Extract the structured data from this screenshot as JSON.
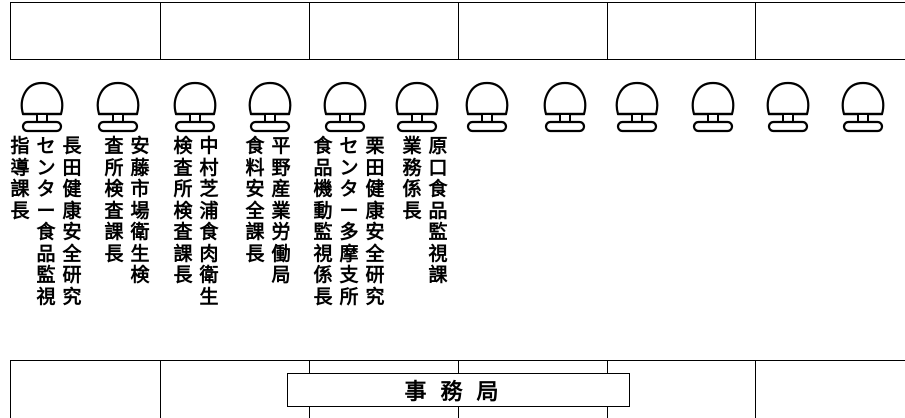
{
  "seats_count": 12,
  "name_columns": [
    {
      "id": "col-01",
      "chars": [
        "指",
        "導",
        "課",
        "長"
      ]
    },
    {
      "id": "col-02",
      "chars": [
        "セ",
        "ン",
        "タ",
        "ー",
        "食",
        "品",
        "監",
        "視"
      ]
    },
    {
      "id": "col-03",
      "chars": [
        "長",
        "田",
        "健",
        "康",
        "安",
        "全",
        "研",
        "究"
      ]
    },
    {
      "id": "col-04",
      "chars": [
        "査",
        "所",
        "検",
        "査",
        "課",
        "長"
      ]
    },
    {
      "id": "col-05",
      "chars": [
        "安",
        "藤",
        "市",
        "場",
        "衛",
        "生",
        "検"
      ]
    },
    {
      "id": "col-06",
      "chars": [
        "検",
        "査",
        "所",
        "検",
        "査",
        "課",
        "長"
      ]
    },
    {
      "id": "col-07",
      "chars": [
        "中",
        "村",
        "芝",
        "浦",
        "食",
        "肉",
        "衛",
        "生"
      ]
    },
    {
      "id": "col-08",
      "chars": [
        "食",
        "料",
        "安",
        "全",
        "課",
        "長"
      ]
    },
    {
      "id": "col-09",
      "chars": [
        "平",
        "野",
        "産",
        "業",
        "労",
        "働",
        "局"
      ]
    },
    {
      "id": "col-10",
      "chars": [
        "食",
        "品",
        "機",
        "動",
        "監",
        "視",
        "係",
        "長"
      ]
    },
    {
      "id": "col-11",
      "chars": [
        "セ",
        "ン",
        "タ",
        "ー",
        "多",
        "摩",
        "支",
        "所"
      ]
    },
    {
      "id": "col-12",
      "chars": [
        "栗",
        "田",
        "健",
        "康",
        "安",
        "全",
        "研",
        "究"
      ]
    },
    {
      "id": "col-13",
      "chars": [
        "業",
        "務",
        "係",
        "長"
      ]
    },
    {
      "id": "col-14",
      "chars": [
        "原",
        "口",
        "食",
        "品",
        "監",
        "視",
        "課"
      ]
    }
  ],
  "office_label": "事務局"
}
